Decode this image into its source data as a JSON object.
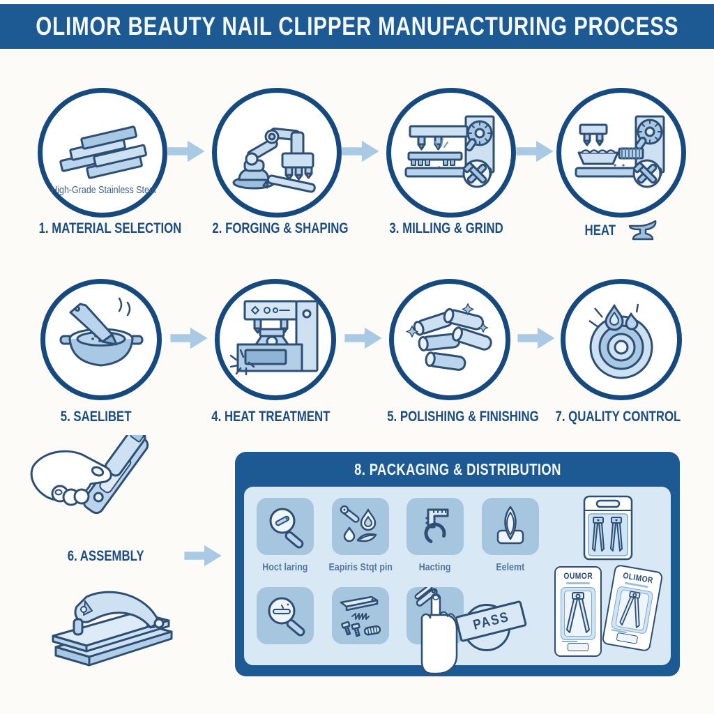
{
  "header": {
    "title": "OLIMOR BEAUTY NAIL CLIPPER MANUFACTURING PROCESS"
  },
  "steps": [
    {
      "label": "1. MATERIAL SELECTION",
      "icon": "steel-ingots",
      "caption": "High-Grade Stainless Steal"
    },
    {
      "label": "2. FORGING & SHAPING",
      "icon": "robotic-press-arm"
    },
    {
      "label": "3. MILLING & GRIND",
      "icon": "milling-machine"
    },
    {
      "label": "HEAT",
      "icon": "grinding-machine",
      "label_icon": "anvil-icon"
    },
    {
      "label": "5. SAELIBET",
      "icon": "quenching-bowl"
    },
    {
      "label": "4. HEAT TREATMENT",
      "icon": "press-furnace"
    },
    {
      "label": "5. POLISHING & FINISHING",
      "icon": "polished-parts"
    },
    {
      "label": "7. QUALITY CONTROL",
      "icon": "inspection-target-flame"
    }
  ],
  "assembly": {
    "label": "6. ASSEMBLY",
    "icons": [
      "hand-holding-clipper",
      "assembled-clipper"
    ]
  },
  "packaging": {
    "title": "8. PACKAGING & DISTRIBUTION",
    "tiles": [
      {
        "label": "Hoct laring",
        "icon": "magnifier-clipper"
      },
      {
        "label": "Eapiris Stqt pin",
        "icon": "torch-flames"
      },
      {
        "label": "Hacting",
        "icon": "caliper-gauge"
      },
      {
        "label": "Eelemt",
        "icon": "nail-tip"
      }
    ],
    "tiles_row2": [
      {
        "icon": "magnifier-inspect"
      },
      {
        "icon": "clipper-parts-screws"
      },
      {
        "icon": "hand-clipping-nail"
      }
    ],
    "stamp": "PASS",
    "products": [
      {
        "brand": "OUMOR",
        "icon": "blister-pack"
      },
      {
        "brand": "OLIMOR",
        "icon": "blister-pack"
      },
      {
        "icon": "hanging-card-two-clippers"
      }
    ]
  },
  "colors": {
    "header_bg": "#1d5a94",
    "circle_border": "#16497e",
    "arrow": "#a9c9e4",
    "panel_bg": "#1d5a94",
    "panel_inner": "#d8e8f4",
    "tile_bg": "#a6c6e0",
    "label_text": "#1b4d80",
    "tile_label_text": "#54799d",
    "outline": "#2e4e74"
  }
}
